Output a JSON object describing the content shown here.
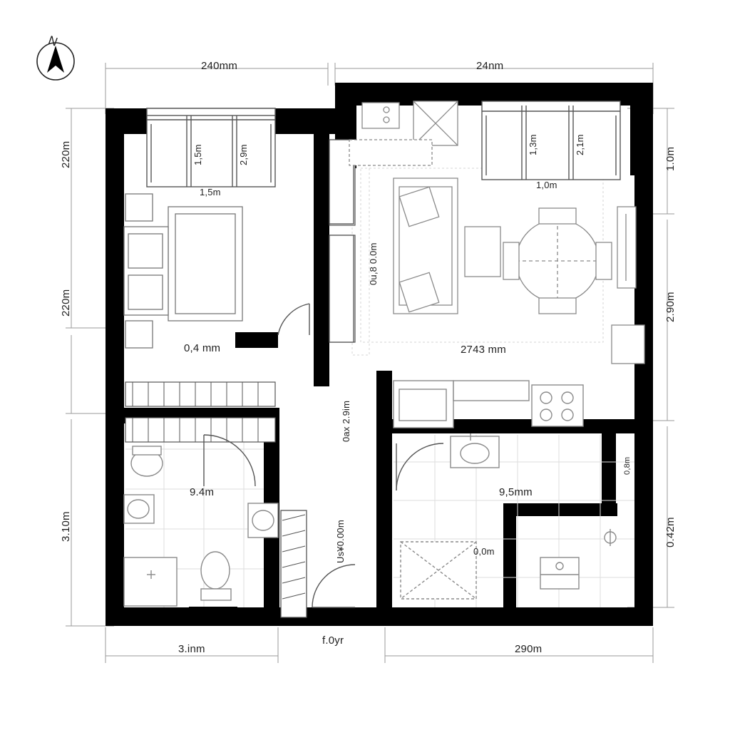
{
  "drawing": {
    "type": "architectural-floor-plan",
    "north_arrow": {
      "label": "N"
    },
    "colors": {
      "wall": "#000000",
      "line": "#4d4d4d",
      "dim_line": "#808080",
      "furniture": "#8c8c8c",
      "tile_grid": "#d9d9d9",
      "background": "#ffffff"
    }
  },
  "dimensions": {
    "top": [
      {
        "id": "top-left",
        "text": "240mm"
      },
      {
        "id": "top-right",
        "text": "24nm"
      }
    ],
    "left": [
      {
        "id": "left-1",
        "text": "220m"
      },
      {
        "id": "left-2",
        "text": "220m"
      },
      {
        "id": "left-3",
        "text": "3.10m"
      }
    ],
    "right": [
      {
        "id": "right-1",
        "text": "1.0m"
      },
      {
        "id": "right-2",
        "text": "2.90m"
      },
      {
        "id": "right-3",
        "text": "0.42m"
      }
    ],
    "bottom": [
      {
        "id": "bottom-left",
        "text": "3.inm"
      },
      {
        "id": "bottom-mid",
        "text": "f.0yr"
      },
      {
        "id": "bottom-right",
        "text": "290m"
      }
    ]
  },
  "rooms": [
    {
      "id": "bedroom",
      "name": "bedroom",
      "area_label": "0,4 mm"
    },
    {
      "id": "living",
      "name": "living-room",
      "area_label": "2743 mm"
    },
    {
      "id": "bathroom",
      "name": "bathroom",
      "area_label": "9.4m"
    },
    {
      "id": "kitchen",
      "name": "kitchen",
      "area_label": "9,5mm"
    }
  ],
  "openings": {
    "bedroom_window": {
      "below": "1,5m",
      "mullion_left": "1,5m",
      "mullion_right": "2,9m"
    },
    "living_window": {
      "below": "1,0m",
      "mullion_left": "1,3m",
      "mullion_right": "2,1m"
    },
    "corridor_upper": "0u,8 0.0m",
    "corridor_mid": "0ax 2.9im",
    "corridor_lower": "Us¥0.00m",
    "kitchen_counter": "0,0m",
    "kitchen_right": "0,8m"
  }
}
